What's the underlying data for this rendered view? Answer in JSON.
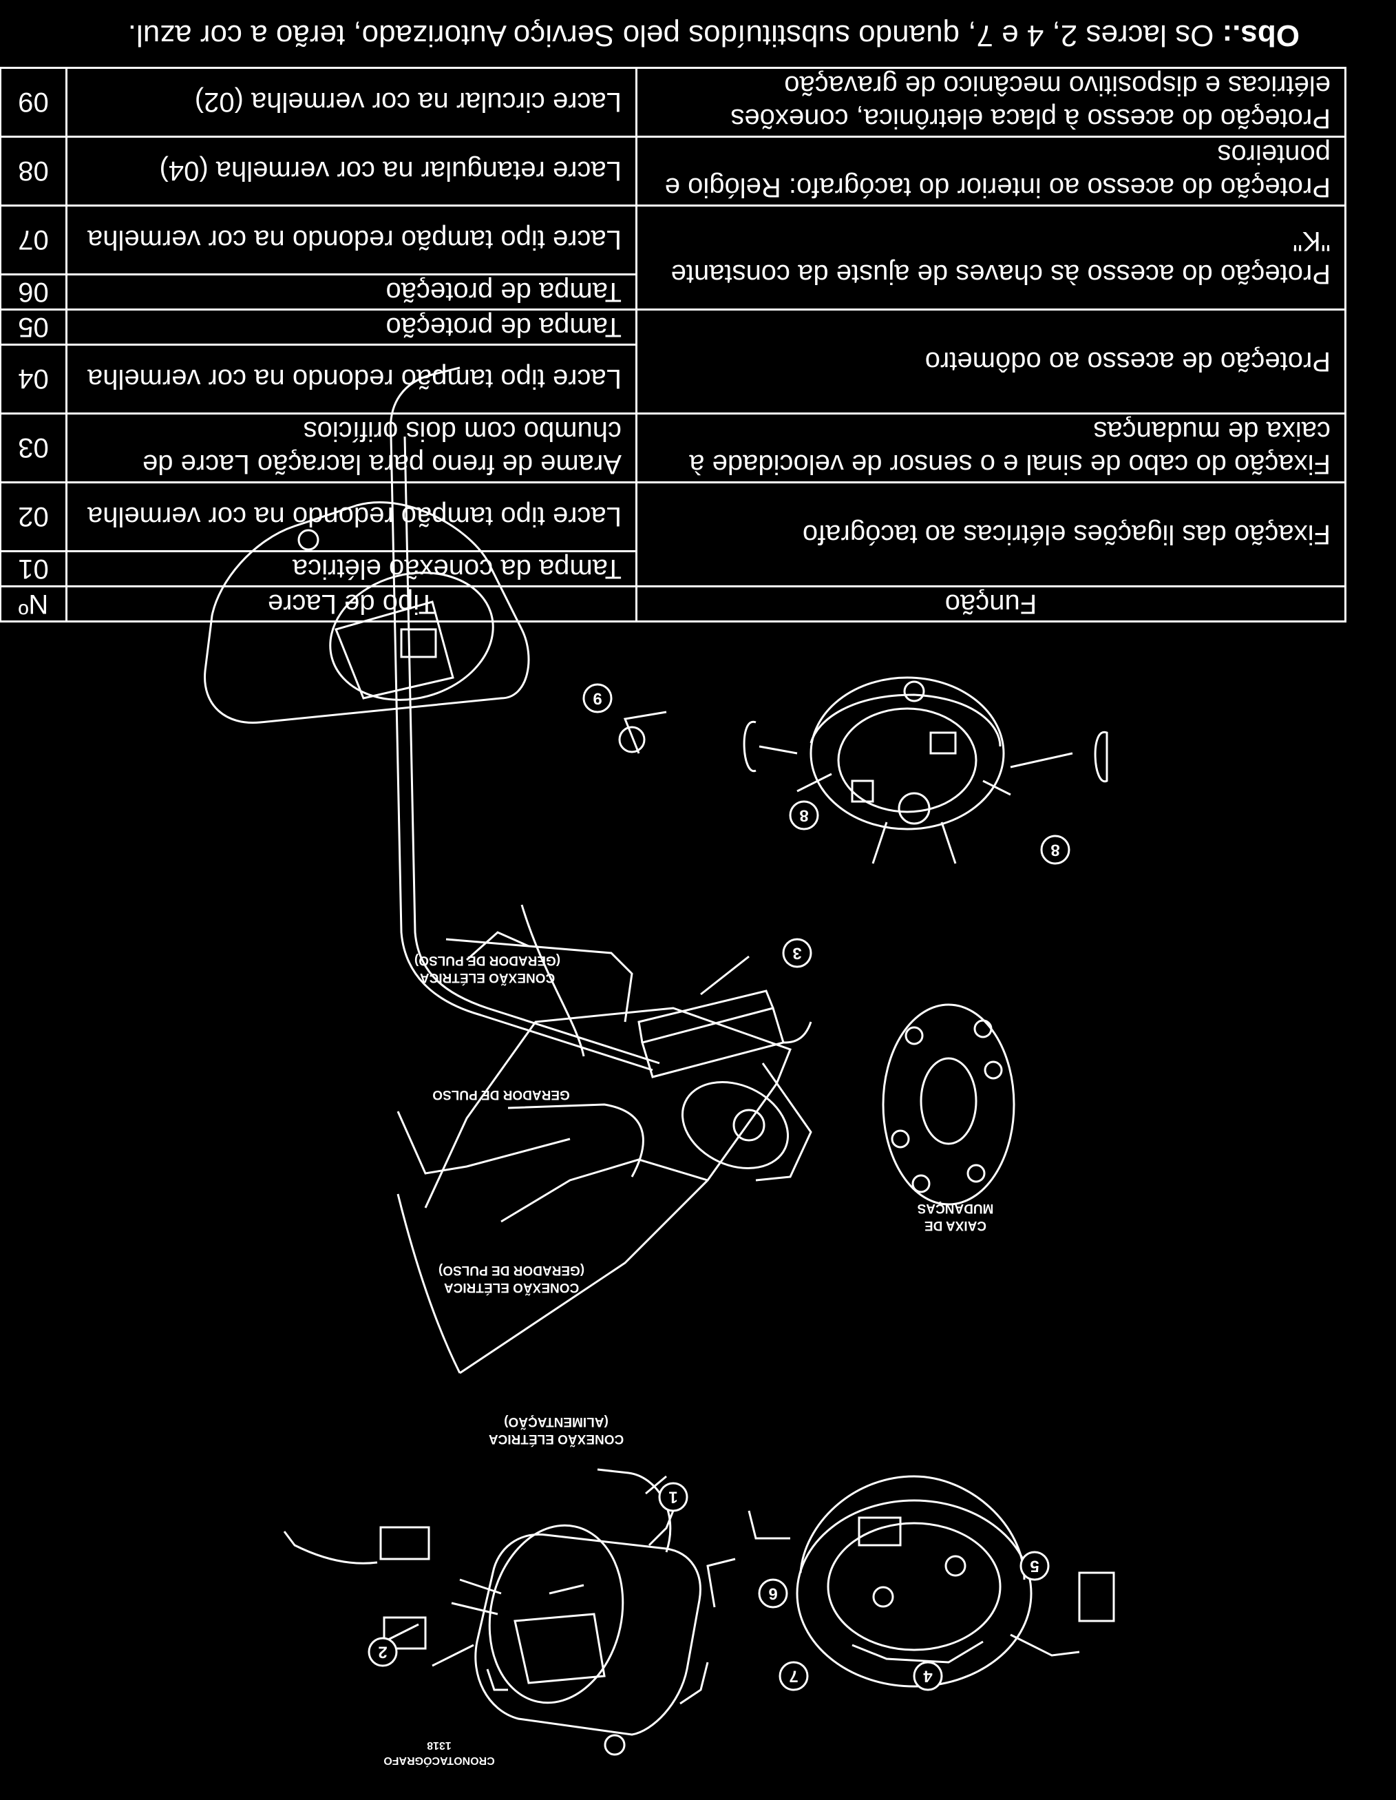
{
  "note": {
    "label": "Obs.:",
    "text": "Os lacres 2, 4 e 7, quando substituídos pelo Serviço Autorizado, terão a cor azul."
  },
  "table": {
    "headers": [
      "Nº",
      "Tipo de Lacre",
      "Função"
    ],
    "rows": [
      {
        "num": "01",
        "tipo": "Tampa da conexão elétrica"
      },
      {
        "num": "02",
        "tipo": "Lacre tipo tampão redondo na cor vermelha"
      },
      {
        "num": "03",
        "tipo": "Arame de freno para lacração Lacre de chumbo com dois orifícios"
      },
      {
        "num": "04",
        "tipo": "Lacre tipo tampão redondo na cor vermelha"
      },
      {
        "num": "05",
        "tipo": "Tampa de proteção"
      },
      {
        "num": "06",
        "tipo": "Tampa de proteção"
      },
      {
        "num": "07",
        "tipo": "Lacre tipo tampão redondo na cor vermelha"
      },
      {
        "num": "08",
        "tipo": "Lacre retangular na cor vermelha (04)"
      },
      {
        "num": "09",
        "tipo": "Lacre circular na cor vermelha (02)"
      }
    ],
    "funcoes": {
      "f01_02": "Fixação das ligações elétricas ao tacógrafo",
      "f03": "Fixação do cabo de sinal e o sensor de velocidade à caixa de mudanças",
      "f04_05": "Proteção de acesso ao odômetro",
      "f06_07": "Proteção do acesso às chaves de ajuste da constante \"K\"",
      "f08": "Proteção do acesso ao interior do tacógrafo: Relógio e ponteiros",
      "f09": "Proteção do acesso à placa eletrônica, conexões elétricas e dispositivo mecânico de gravação"
    }
  },
  "figure": {
    "labels": {
      "cronotacografo_line1": "CRONOTACÓGRAFO",
      "cronotacografo_line2": "1318",
      "conexao_alim_line1": "CONEXÃO ELÉTRICA",
      "conexao_alim_line2": "(ALIMENTAÇÃO)",
      "conexao_pulso_a_line1": "CONEXÃO ELÉTRICA",
      "conexao_pulso_a_line2": "(GERADOR DE PULSO)",
      "conexao_pulso_b_line1": "CONEXÃO ELÉTRICA",
      "conexao_pulso_b_line2": "(GERADOR DE PULSO)",
      "gerador": "GERADOR DE PULSO",
      "caixa_line1": "CAIXA DE",
      "caixa_line2": "MUDANÇAS"
    },
    "callouts": [
      "1",
      "2",
      "3",
      "4",
      "5",
      "6",
      "7",
      "8",
      "8",
      "9"
    ]
  }
}
